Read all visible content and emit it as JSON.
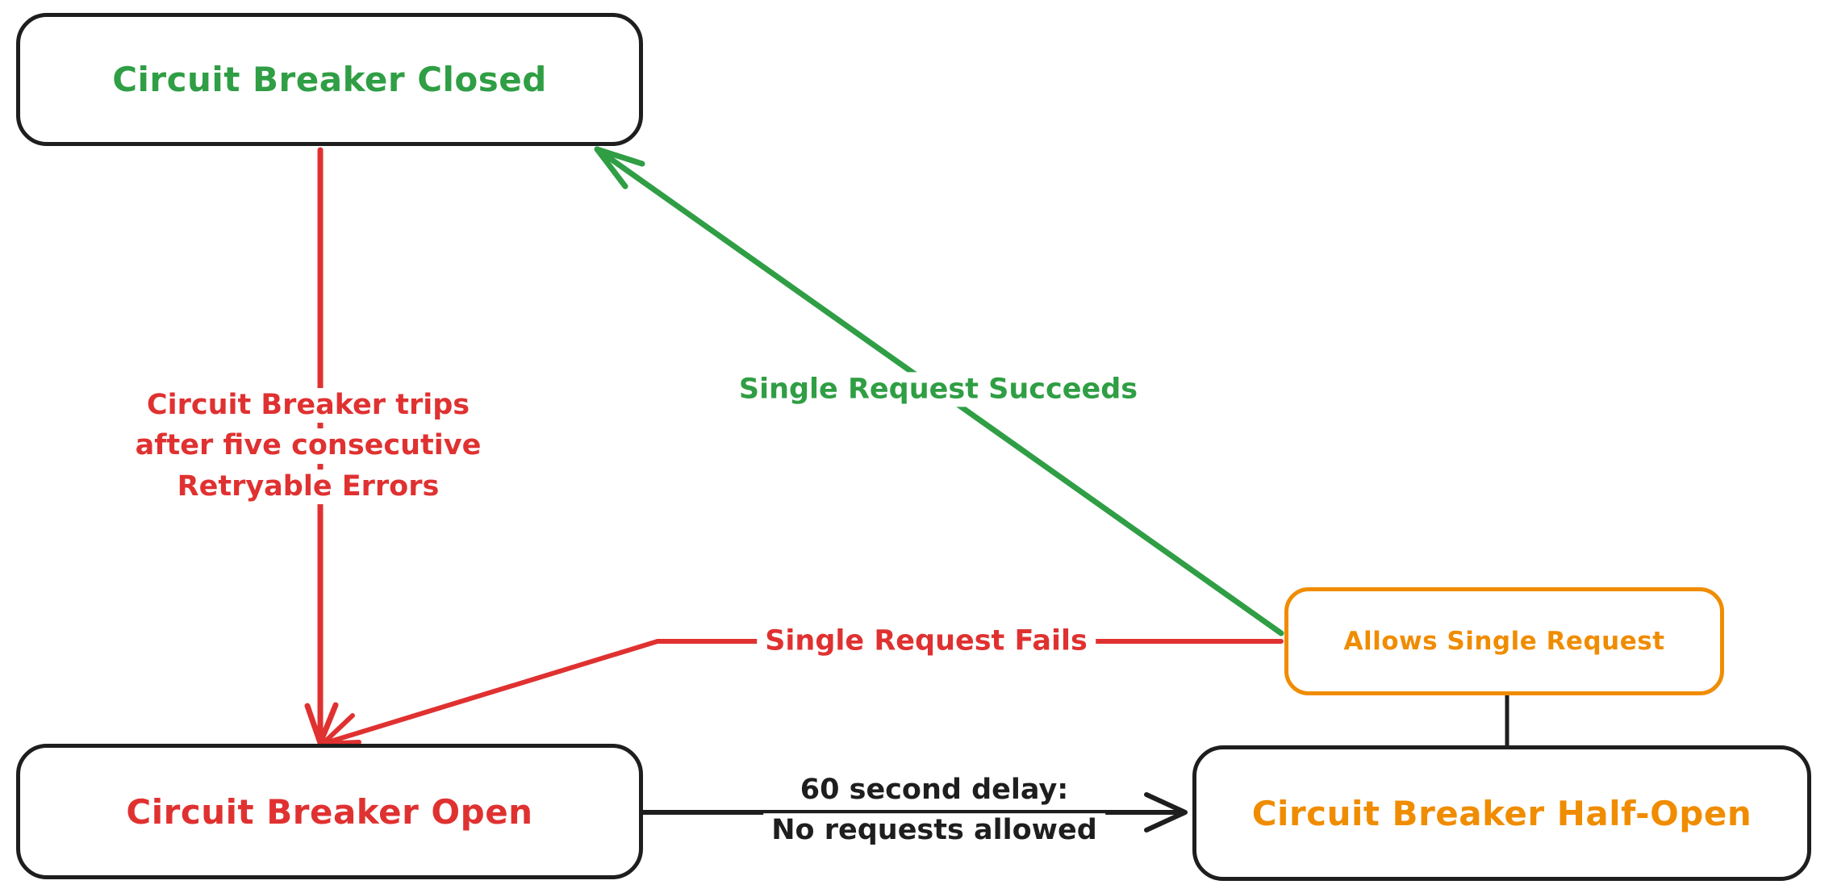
{
  "colors": {
    "ink": "#1e1e1e",
    "red": "#e03131",
    "green": "#2f9e44",
    "orange": "#f08c00",
    "background": "#ffffff"
  },
  "nodes": {
    "closed": {
      "label": "Circuit Breaker Closed"
    },
    "open": {
      "label": "Circuit Breaker Open"
    },
    "half_open": {
      "label": "Circuit Breaker Half-Open"
    },
    "allows": {
      "label": "Allows Single Request"
    }
  },
  "edges": {
    "trips": {
      "from": "closed",
      "to": "open",
      "lines": [
        "Circuit Breaker trips",
        "after five consecutive",
        "Retryable Errors"
      ]
    },
    "succeeds": {
      "from": "allows",
      "to": "closed",
      "lines": [
        "Single Request Succeeds"
      ]
    },
    "fails": {
      "from": "allows",
      "to": "open",
      "lines": [
        "Single Request Fails"
      ]
    },
    "delay": {
      "from": "open",
      "to": "half_open",
      "lines": [
        "60 second delay:",
        "No requests allowed"
      ]
    },
    "connector": {
      "from": "half_open",
      "to": "allows"
    }
  }
}
